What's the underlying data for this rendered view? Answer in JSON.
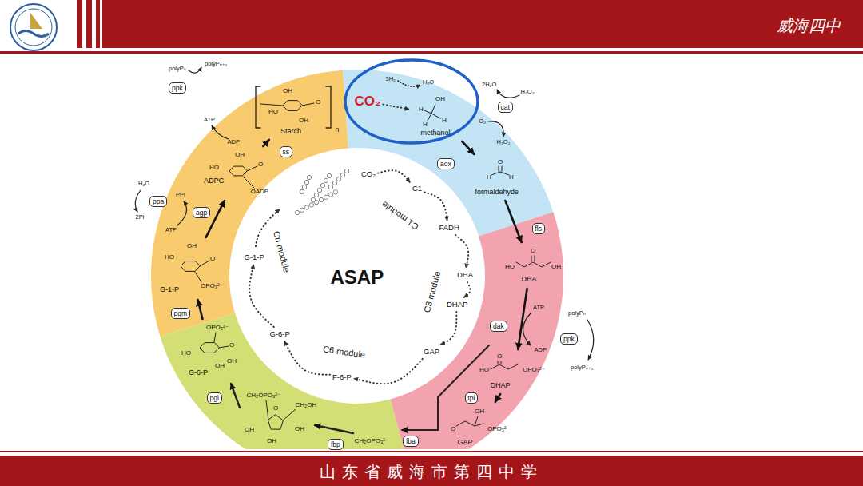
{
  "diagram": {
    "nodes": [
      {
        "text": [
          "CO₂"
        ]
      },
      {
        "text": [
          "methanol"
        ]
      },
      {
        "text": [
          "aox"
        ]
      },
      {
        "text": [
          "cat"
        ]
      },
      {
        "text": [
          "formaldehyde"
        ]
      },
      {
        "text": [
          "fls"
        ]
      },
      {
        "text": [
          "DHA"
        ]
      },
      {
        "text": [
          "dak"
        ]
      },
      {
        "text": [
          "ppk"
        ]
      },
      {
        "text": [
          "DHAP"
        ]
      },
      {
        "text": [
          "tpi"
        ]
      },
      {
        "text": [
          "GAP"
        ]
      },
      {
        "text": [
          "fba"
        ]
      },
      {
        "text": [
          "fbp"
        ]
      },
      {
        "text": [
          "pgi"
        ]
      },
      {
        "text": [
          "G-6-P"
        ]
      },
      {
        "text": [
          "pgm"
        ]
      },
      {
        "text": [
          "G-1-P"
        ]
      },
      {
        "text": [
          "agp"
        ]
      },
      {
        "text": [
          "ppa"
        ]
      },
      {
        "text": [
          "ADPG"
        ]
      },
      {
        "text": [
          "ss"
        ]
      },
      {
        "text": [
          "ppk"
        ]
      },
      {
        "text": [
          "Starch"
        ]
      },
      {
        "text": [
          "CO₂"
        ]
      },
      {
        "text": [
          "C1"
        ]
      },
      {
        "text": [
          "FADH"
        ]
      },
      {
        "text": [
          "DHA"
        ]
      },
      {
        "text": [
          "DHAP"
        ]
      },
      {
        "text": [
          "GAP"
        ]
      },
      {
        "text": [
          "F-6-P"
        ]
      },
      {
        "text": [
          "G-6-P"
        ]
      },
      {
        "text": [
          "G-1-P"
        ]
      }
    ],
    "edges": [
      {
        "from": 0,
        "to": 1,
        "arrow": "to"
      },
      {
        "from": 1,
        "to": 4,
        "arrow": "to"
      },
      {
        "from": 4,
        "to": 6,
        "arrow": "to"
      },
      {
        "from": 6,
        "to": 9,
        "arrow": "to"
      },
      {
        "from": 9,
        "to": 11,
        "arrow": "to"
      },
      {
        "from": 15,
        "to": 17,
        "arrow": "to"
      },
      {
        "from": 17,
        "to": 20,
        "arrow": "to"
      },
      {
        "from": 20,
        "to": 23,
        "arrow": "to"
      },
      {
        "from": 24,
        "to": 25,
        "arrow": "to"
      },
      {
        "from": 25,
        "to": 26,
        "arrow": "to"
      },
      {
        "from": 26,
        "to": 27,
        "arrow": "to"
      },
      {
        "from": 27,
        "to": 28,
        "arrow": "to"
      },
      {
        "from": 28,
        "to": 29,
        "arrow": "to"
      },
      {
        "from": 29,
        "to": 30,
        "arrow": "to"
      },
      {
        "from": 30,
        "to": 31,
        "arrow": "to"
      },
      {
        "from": 31,
        "to": 32,
        "arrow": "to"
      }
    ],
    "labels": [
      "威海四中",
      "山东省威海市第四中学",
      "ASAP",
      "C1 module",
      "C3 module",
      "C6 module",
      "Cn module",
      "3H₂",
      "H₂O",
      "OH",
      "H",
      "H",
      "H",
      "2H₂O",
      "H₂O₂",
      "O₂",
      "H₂O₂",
      "O",
      "H",
      "H",
      "HO",
      "O",
      "OH",
      "HO",
      "O",
      "OPO₃²⁻",
      "OH",
      "O",
      "OPO₃²⁻",
      "CH₂OPO₃²⁻",
      "CH₂OPO₃²⁻",
      "O",
      "CH₂OH",
      "OH",
      "OH",
      "OH",
      "OPO₃²⁻",
      "O",
      "HO",
      "OH",
      "OH",
      "HO",
      "OH",
      "O",
      "OPO₃²⁻",
      "OH",
      "HO",
      "O",
      "OADP",
      "OH",
      "O",
      "HO",
      "OH",
      "n",
      "ATP",
      "ADP",
      "polyPₙ",
      "polyPₙ₊₁",
      "ATP",
      "PPi",
      "H₂O",
      "2Pi",
      "ATP",
      "ADP",
      "polyPₙ",
      "polyPₙ₊₁"
    ]
  }
}
